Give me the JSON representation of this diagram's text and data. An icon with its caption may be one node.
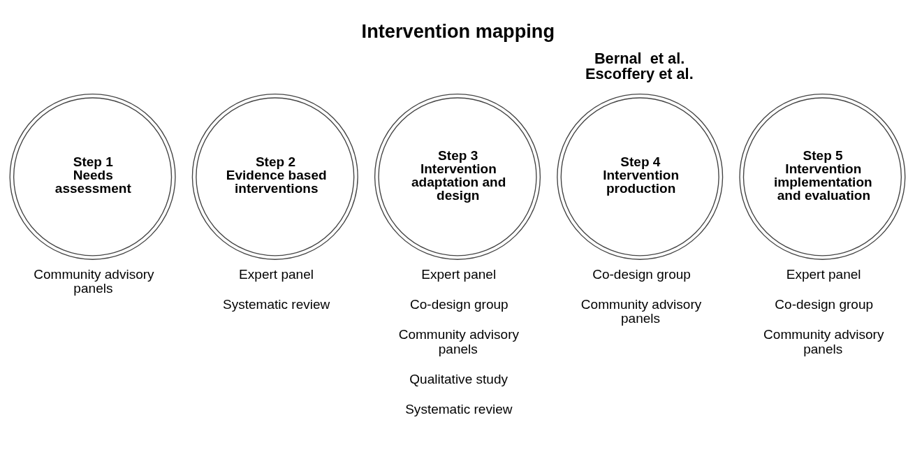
{
  "diagram": {
    "title": "Intervention mapping",
    "nodes": [
      {
        "text": [
          "Step 1",
          "Needs assessment"
        ],
        "beside": [
          "Community advisory panels"
        ]
      },
      {
        "text": [
          "Step 2",
          "Evidence based interventions"
        ],
        "beside": [
          "Expert panel",
          "Systematic review"
        ]
      },
      {
        "text": [
          "Step 3",
          "Intervention adaptation and design"
        ],
        "beside": [
          "Expert panel",
          "Co-design group",
          "Community advisory panels",
          "Qualitative study",
          "Systematic review"
        ]
      },
      {
        "text": [
          "Step 4",
          "Intervention production"
        ],
        "beside": [
          "Co-design group",
          "Community advisory panels"
        ]
      },
      {
        "text": [
          "Step 5",
          "Intervention implementation and evaluation"
        ],
        "beside": [
          "Expert panel",
          "Co-design group",
          "Community advisory panels"
        ]
      }
    ],
    "edges": [],
    "labels": [
      "Bernal  et al.",
      "Escoffery et al."
    ]
  }
}
